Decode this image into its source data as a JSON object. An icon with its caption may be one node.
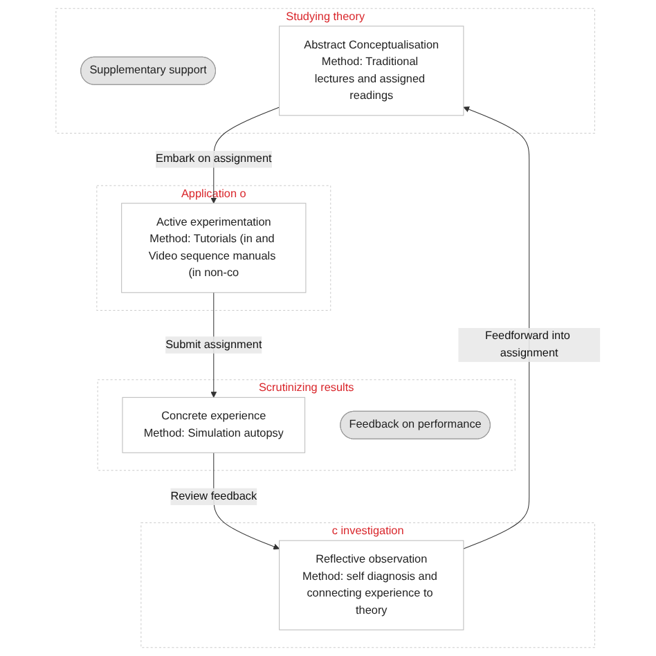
{
  "diagram": {
    "nodes": [
      {
        "text": [
          "Studying theory"
        ]
      },
      {
        "text": [
          "Supplementary support"
        ],
        "in": 0
      },
      {
        "text": [
          "Abstract Conceptualisation",
          "Method: Traditional lectures and assigned readings"
        ],
        "in": 0
      },
      {
        "text": [
          "Application o"
        ]
      },
      {
        "text": [
          "Active experimentation",
          "Method: Tutorials (in and Video sequence manuals (in non-co"
        ],
        "in": 3
      },
      {
        "text": [
          "c investigation"
        ]
      },
      {
        "text": [
          "Reflective observation",
          "Method: self diagnosis and connecting experience to theory"
        ],
        "in": 5
      },
      {
        "text": [
          "Scrutinizing results"
        ]
      },
      {
        "text": [
          "Concrete experience",
          "Method: Simulation autopsy"
        ],
        "in": 7
      },
      {
        "text": [
          "Feedback on performance"
        ],
        "in": 7
      }
    ],
    "edges": [
      {
        "from": 2,
        "to": 4,
        "arrow": "to",
        "label": "Embark on assignment"
      },
      {
        "from": 4,
        "to": 8,
        "arrow": "to",
        "label": "Submit assignment"
      },
      {
        "from": 8,
        "to": 6,
        "arrow": "to",
        "label": "Review feedback"
      },
      {
        "from": 6,
        "to": 2,
        "arrow": "to",
        "label": "Feedforward into assignment"
      }
    ]
  }
}
